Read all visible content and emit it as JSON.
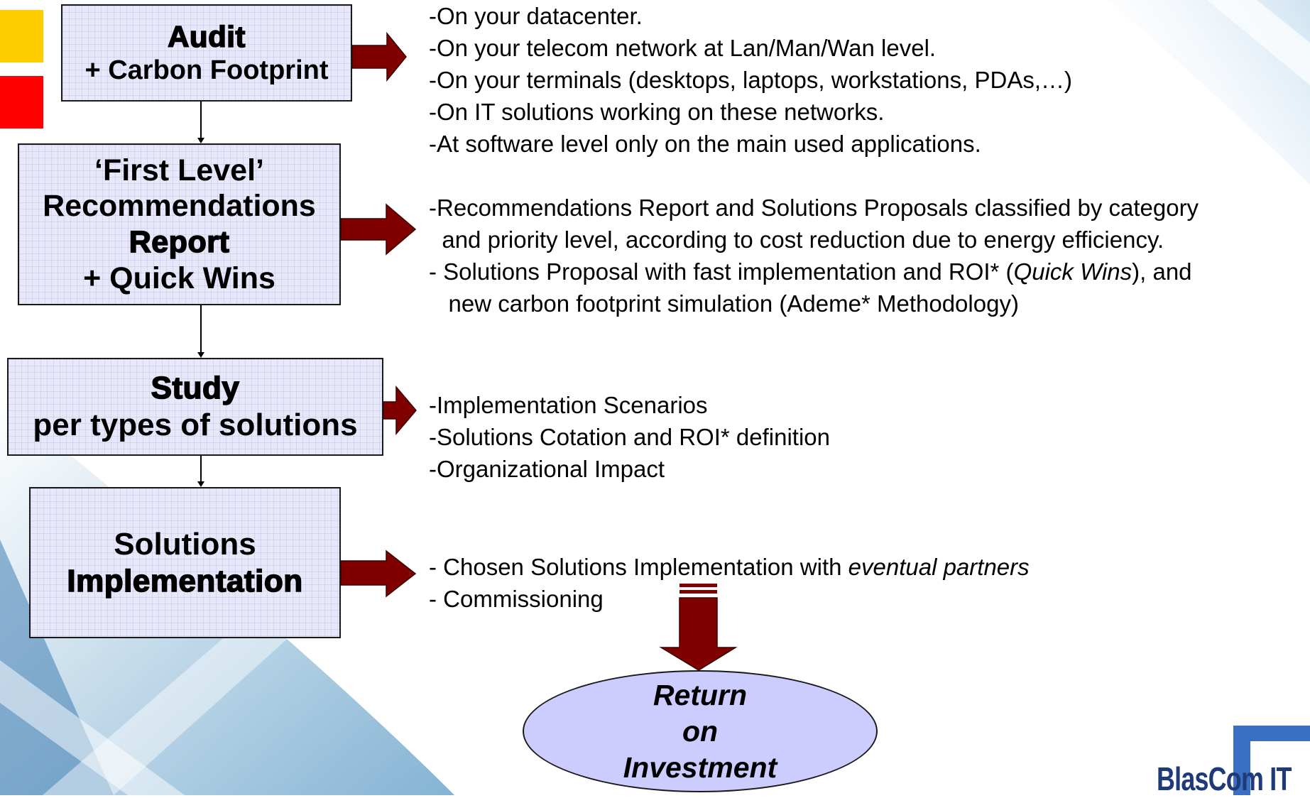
{
  "boxes": {
    "audit": {
      "line1": "Audit",
      "line2": "+ Carbon Footprint"
    },
    "report": {
      "line1": "‘First Level’",
      "line2": "Recommendations",
      "line3": "Report",
      "line4": "+ Quick Wins"
    },
    "study": {
      "line1": "Study",
      "line2": "per types of solutions"
    },
    "implementation": {
      "line1": "Solutions",
      "line2": "Implementation"
    }
  },
  "details": {
    "audit": [
      "-On your datacenter.",
      "-On your telecom network at Lan/Man/Wan level.",
      "-On your terminals (desktops, laptops, workstations, PDAs,…)",
      "-On IT solutions working on these networks.",
      "-At software level only on the main used applications."
    ],
    "report": {
      "line1": "-Recommendations Report and Solutions Proposals classified by category",
      "line2": "  and priority level, according to cost reduction due to energy efficiency.",
      "line3_before": "- Solutions Proposal with fast implementation and ROI* (",
      "line3_italic": "Quick Wins",
      "line3_after": "), and",
      "line4": "   new carbon footprint simulation (Ademe* Methodology)"
    },
    "study": [
      "-Implementation Scenarios",
      "-Solutions Cotation and ROI* definition",
      "-Organizational Impact"
    ],
    "implementation": {
      "line1_before": "- Chosen Solutions Implementation with ",
      "line1_italic": "eventual partners",
      "line2": "- Commissioning"
    }
  },
  "result": {
    "line1": "Return",
    "line2": "on",
    "line3": "Investment"
  },
  "logo": {
    "text": "BlasCom IT"
  },
  "colors": {
    "box_fill": "#e8e8fb",
    "arrow_fill": "#800000",
    "ellipse_fill": "#ccccff",
    "accent_yellow": "#FFCC00",
    "accent_red": "#FF0000",
    "logo_blue": "#3a6fc4"
  }
}
